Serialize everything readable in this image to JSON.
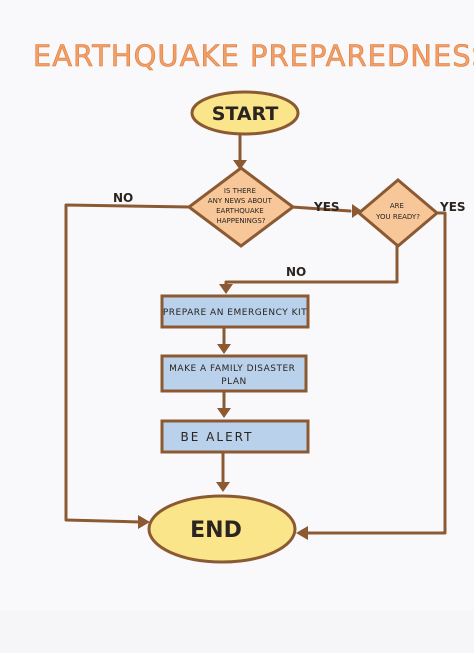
{
  "title": "EARTHQUAKE PREPAREDNESS",
  "nodes": {
    "start": "START",
    "question_news": [
      "IS THERE",
      "ANY NEWS ABOUT",
      "EARTHQUAKE",
      "HAPPENINGS?"
    ],
    "question_ready": [
      "ARE",
      "YOU READY?"
    ],
    "step_kit": "PREPARE AN EMERGENCY KIT",
    "step_plan": [
      "MAKE A FAMILY DISASTER",
      "PLAN"
    ],
    "step_alert": "BE ALERT",
    "end": "END"
  },
  "edges": {
    "news_no": "NO",
    "news_yes": "YES",
    "ready_yes": "YES",
    "ready_no": "NO"
  },
  "colors": {
    "title": "#f0a068",
    "line": "#8b5a32",
    "oval_fill": "#fbe58a",
    "diamond_fill": "#f7c79a",
    "box_fill": "#b9d1ea"
  }
}
